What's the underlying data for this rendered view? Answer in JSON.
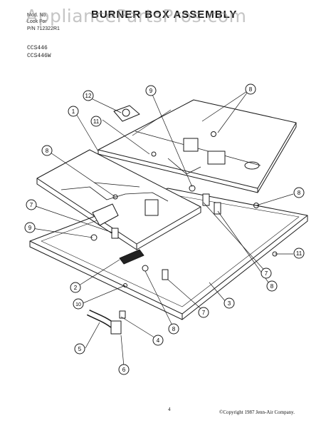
{
  "watermark": "AppliancePartsPros.com",
  "title": "BURNER BOX ASSEMBLY",
  "header_lines": [
    "Mod. No.",
    "Look For",
    "P/N 712322R1"
  ],
  "models": [
    "CCS446",
    "CCS446W"
  ],
  "page_number": "4",
  "copyright": "©Copyright 1987 Jenn-Air Company.",
  "callouts": [
    "1",
    "2",
    "3",
    "4",
    "5",
    "6",
    "7",
    "8",
    "9",
    "10",
    "11",
    "12"
  ],
  "colors": {
    "line": "#1a1a1a",
    "watermark": "#969696",
    "background": "#ffffff"
  }
}
